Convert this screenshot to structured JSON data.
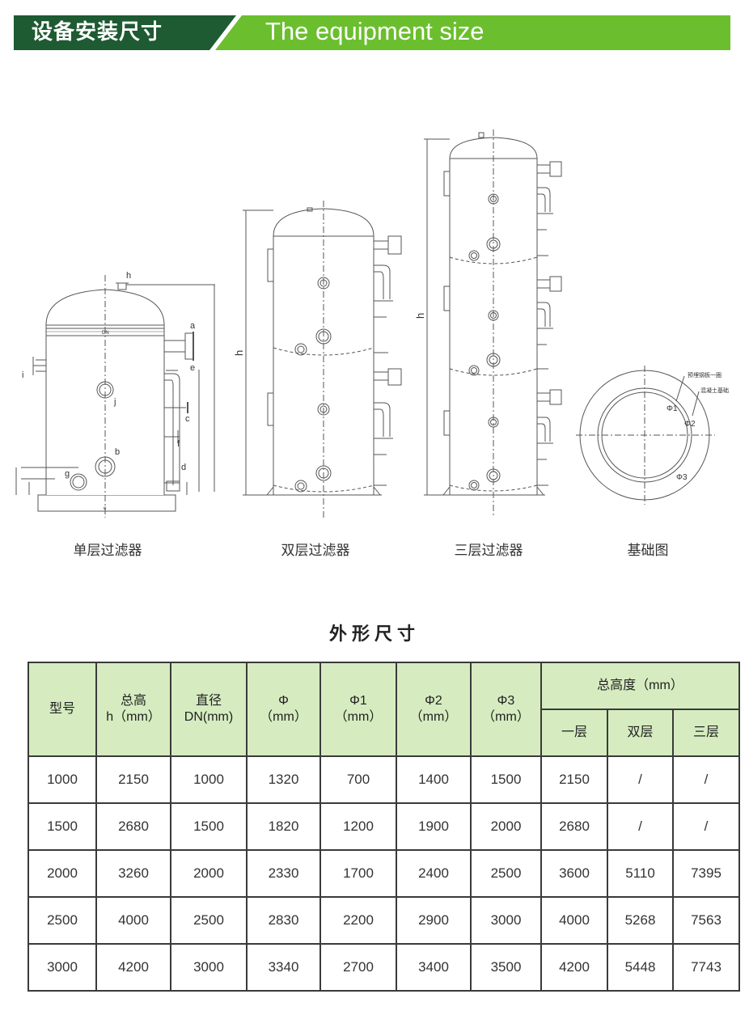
{
  "header": {
    "title_cn": "设备安装尺寸",
    "title_en": "The equipment size",
    "colors": {
      "dark_green": "#1e5a32",
      "light_green": "#6bbf2e"
    }
  },
  "drawings": {
    "captions": [
      "单层过滤器",
      "双层过滤器",
      "三层过滤器",
      "基础图"
    ],
    "single_labels": [
      "h",
      "a",
      "e",
      "i",
      "j",
      "c",
      "f",
      "b",
      "d",
      "g",
      "DN",
      "e"
    ],
    "multi_label": "h",
    "foundation_labels": {
      "note1": "预埋钢板一圈",
      "note2": "混凝土基础",
      "phi1": "Φ1",
      "phi2": "Φ2",
      "phi3": "Φ3"
    }
  },
  "table": {
    "title": "外形尺寸",
    "headers": {
      "model": "型号",
      "total_h_1": "总高",
      "total_h_2": "h（mm）",
      "dn_1": "直径",
      "dn_2": "DN(mm)",
      "phi_1": "Φ",
      "phi_2": "（mm）",
      "phi1_1": "Φ1",
      "phi1_2": "（mm）",
      "phi2_1": "Φ2",
      "phi2_2": "（mm）",
      "phi3_1": "Φ3",
      "phi3_2": "（mm）",
      "total_height": "总高度（mm）",
      "layer1": "一层",
      "layer2": "双层",
      "layer3": "三层"
    },
    "rows": [
      [
        "1000",
        "2150",
        "1000",
        "1320",
        "700",
        "1400",
        "1500",
        "2150",
        "/",
        "/"
      ],
      [
        "1500",
        "2680",
        "1500",
        "1820",
        "1200",
        "1900",
        "2000",
        "2680",
        "/",
        "/"
      ],
      [
        "2000",
        "3260",
        "2000",
        "2330",
        "1700",
        "2400",
        "2500",
        "3600",
        "5110",
        "7395"
      ],
      [
        "2500",
        "4000",
        "2500",
        "2830",
        "2200",
        "2900",
        "3000",
        "4000",
        "5268",
        "7563"
      ],
      [
        "3000",
        "4200",
        "3000",
        "3340",
        "2700",
        "3400",
        "3500",
        "4200",
        "5448",
        "7743"
      ]
    ]
  }
}
